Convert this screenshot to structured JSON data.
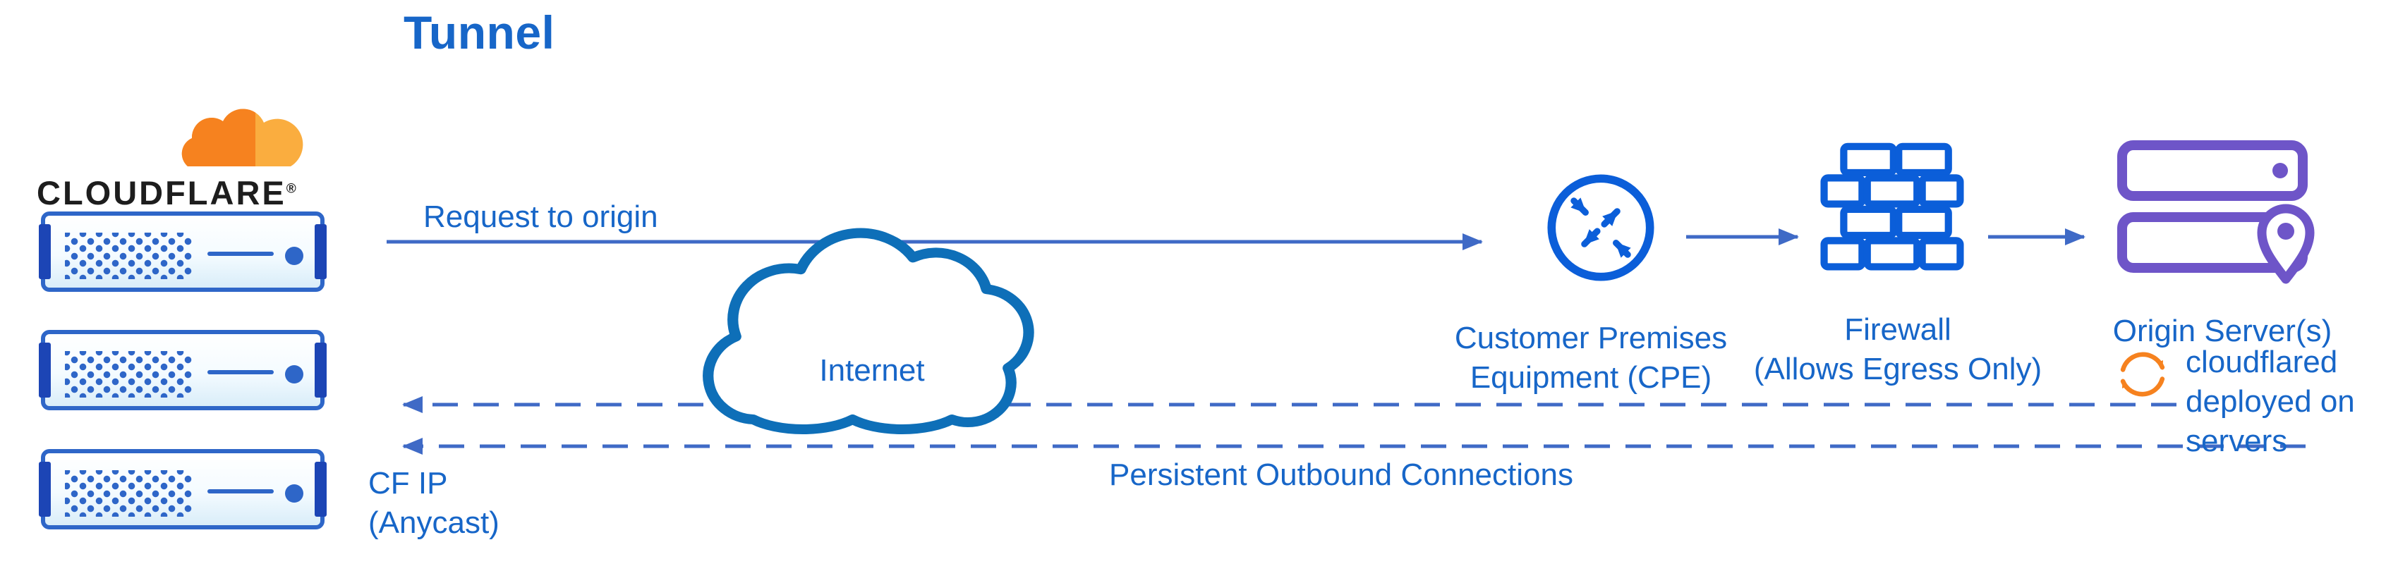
{
  "title": "Tunnel",
  "colors": {
    "text_blue": "#1766C8",
    "line_blue": "#3F6AC6",
    "icon_blue": "#0B5ED9",
    "server_blue": "#2E66C8",
    "server_tab": "#1C45B5",
    "cloud_blue": "#0E6FB8",
    "purple": "#6E55C8",
    "orange": "#F6821F",
    "orange_light": "#FAAD3F",
    "brand_black": "#1D1D1D"
  },
  "brand": {
    "name": "CLOUDFLARE",
    "registered": "®"
  },
  "cf_edge": {
    "label_line1": "CF IP",
    "label_line2": "(Anycast)"
  },
  "flow": {
    "request_label": "Request to origin",
    "persistent_label": "Persistent Outbound Connections"
  },
  "internet": {
    "label": "Internet"
  },
  "cpe": {
    "label_line1": "Customer Premises",
    "label_line2": "Equipment (CPE)"
  },
  "firewall": {
    "label_line1": "Firewall",
    "label_line2": "(Allows Egress Only)"
  },
  "origin": {
    "label": "Origin Server(s)"
  },
  "cloudflared": {
    "line1": "cloudflared",
    "line2": "deployed on",
    "line3": "servers"
  }
}
